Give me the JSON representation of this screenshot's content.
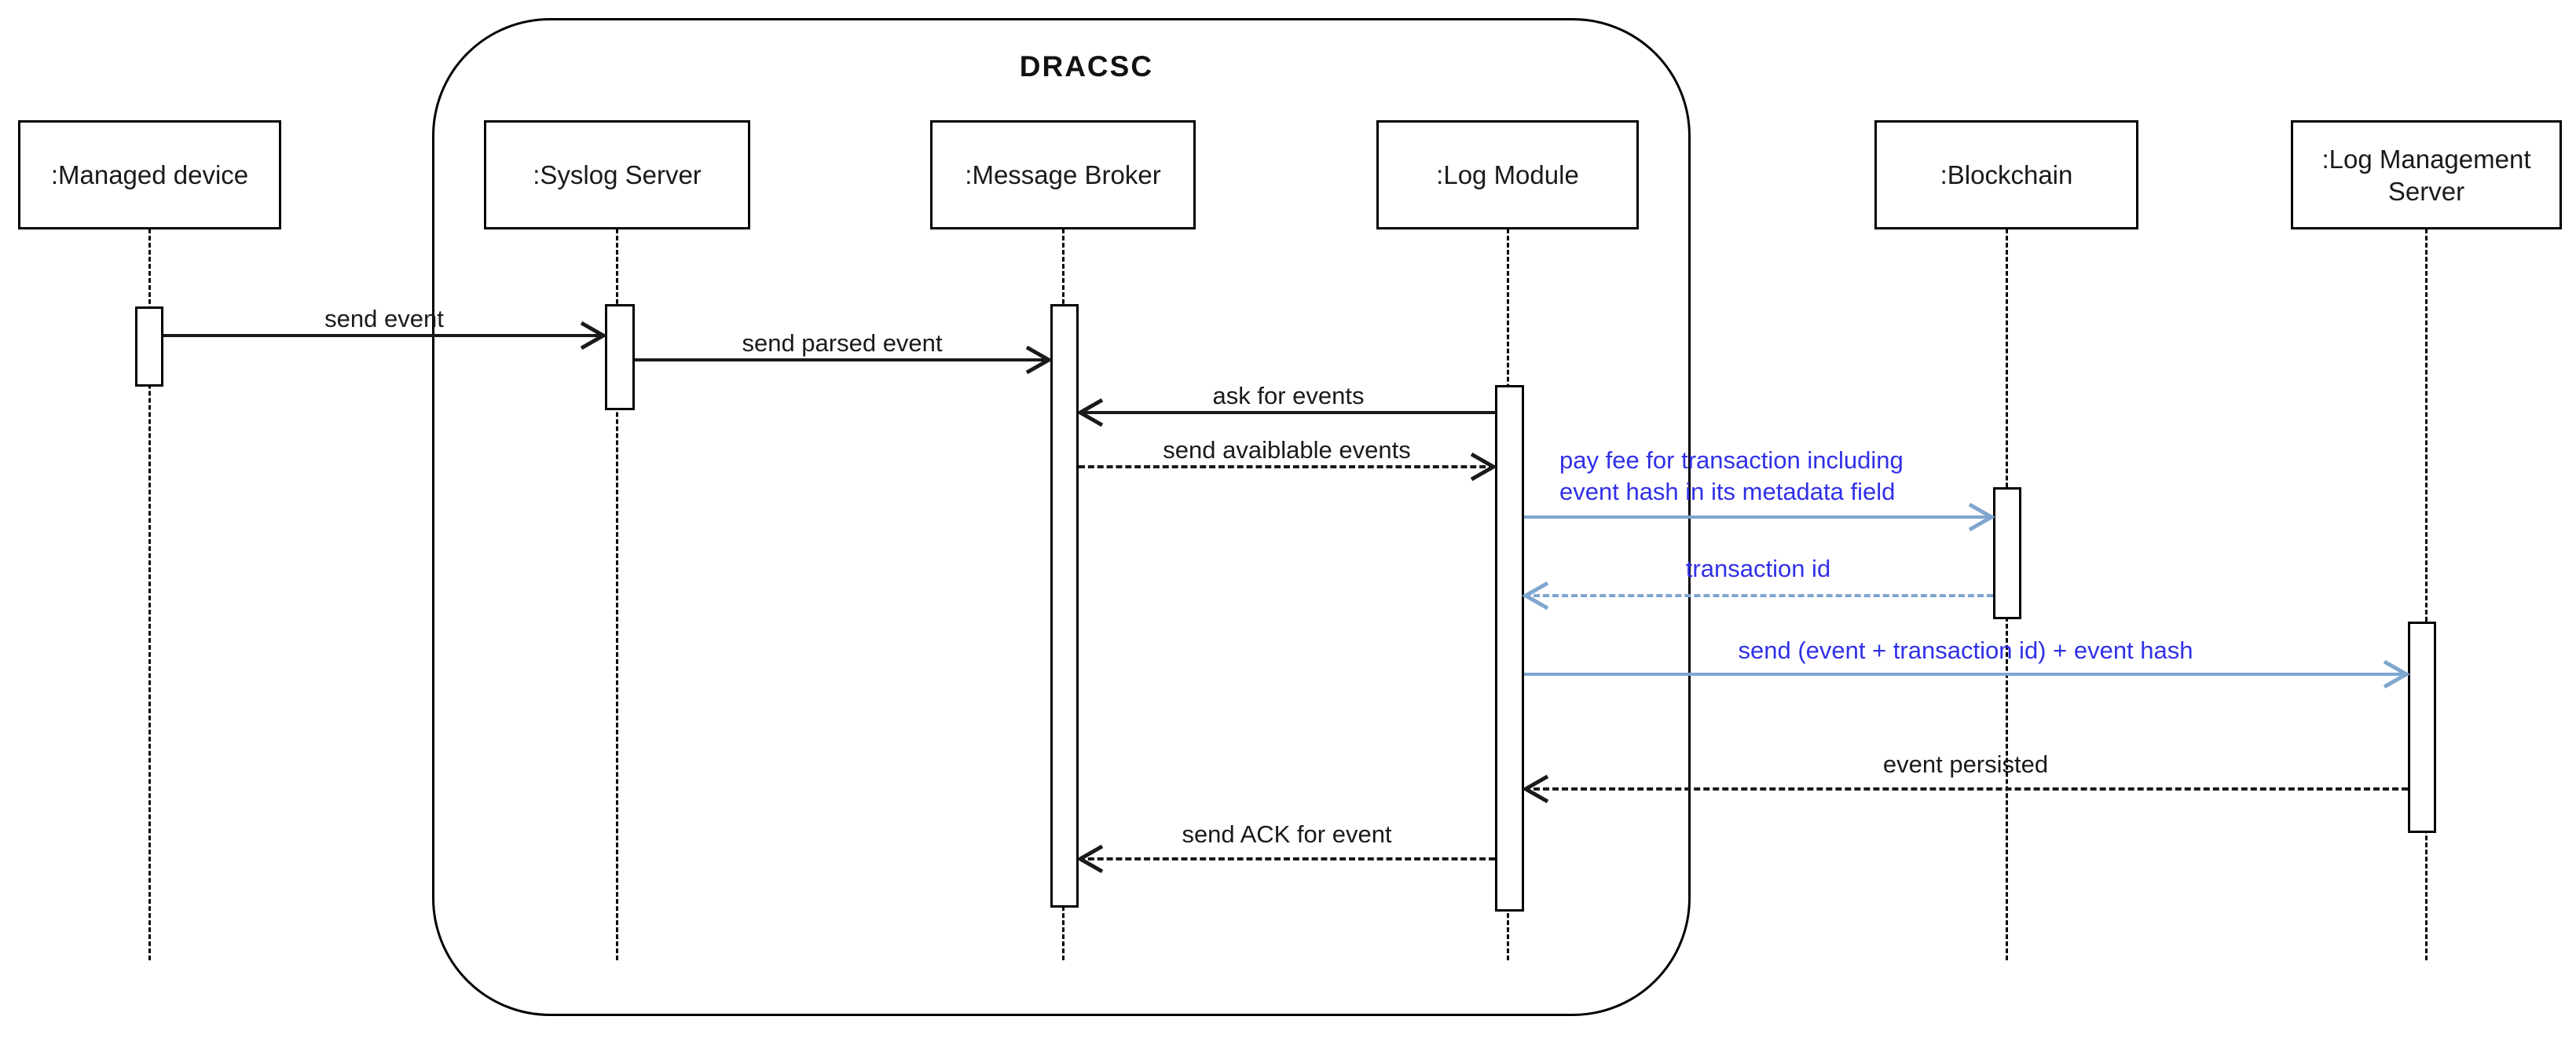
{
  "diagram": {
    "type": "uml-sequence",
    "frame": {
      "title": "DRACSC",
      "contains": [
        ":Syslog Server",
        ":Message Broker",
        ":Log Module"
      ]
    },
    "participants": [
      {
        "id": "managed-device",
        "label": ":Managed device"
      },
      {
        "id": "syslog-server",
        "label": ":Syslog Server"
      },
      {
        "id": "message-broker",
        "label": ":Message Broker"
      },
      {
        "id": "log-module",
        "label": ":Log Module"
      },
      {
        "id": "blockchain",
        "label": ":Blockchain"
      },
      {
        "id": "log-management-server",
        "label": ":Log Management\nServer"
      }
    ],
    "messages": [
      {
        "label": "send event",
        "from": "managed-device",
        "to": "syslog-server",
        "line": "solid",
        "color": "black"
      },
      {
        "label": "send parsed event",
        "from": "syslog-server",
        "to": "message-broker",
        "line": "solid",
        "color": "black"
      },
      {
        "label": "ask for events",
        "from": "log-module",
        "to": "message-broker",
        "line": "solid",
        "color": "black"
      },
      {
        "label": "send avaiblable events",
        "from": "message-broker",
        "to": "log-module",
        "line": "dashed",
        "color": "black"
      },
      {
        "label": "pay fee for transaction including\nevent hash in its metadata field",
        "from": "log-module",
        "to": "blockchain",
        "line": "solid",
        "color": "blue"
      },
      {
        "label": "transaction id",
        "from": "blockchain",
        "to": "log-module",
        "line": "dashed",
        "color": "blue"
      },
      {
        "label": "send (event + transaction id) +  event hash",
        "from": "log-module",
        "to": "log-management-server",
        "line": "solid",
        "color": "blue"
      },
      {
        "label": "event persisted",
        "from": "log-management-server",
        "to": "log-module",
        "line": "dashed",
        "color": "black"
      },
      {
        "label": "send ACK for event",
        "from": "log-module",
        "to": "message-broker",
        "line": "dashed",
        "color": "black"
      }
    ],
    "colors": {
      "line_black": "#1a1a1a",
      "blue_label_text": "#3030e8",
      "blue_arrow_line": "#7ea6cf",
      "background": "#ffffff"
    }
  }
}
